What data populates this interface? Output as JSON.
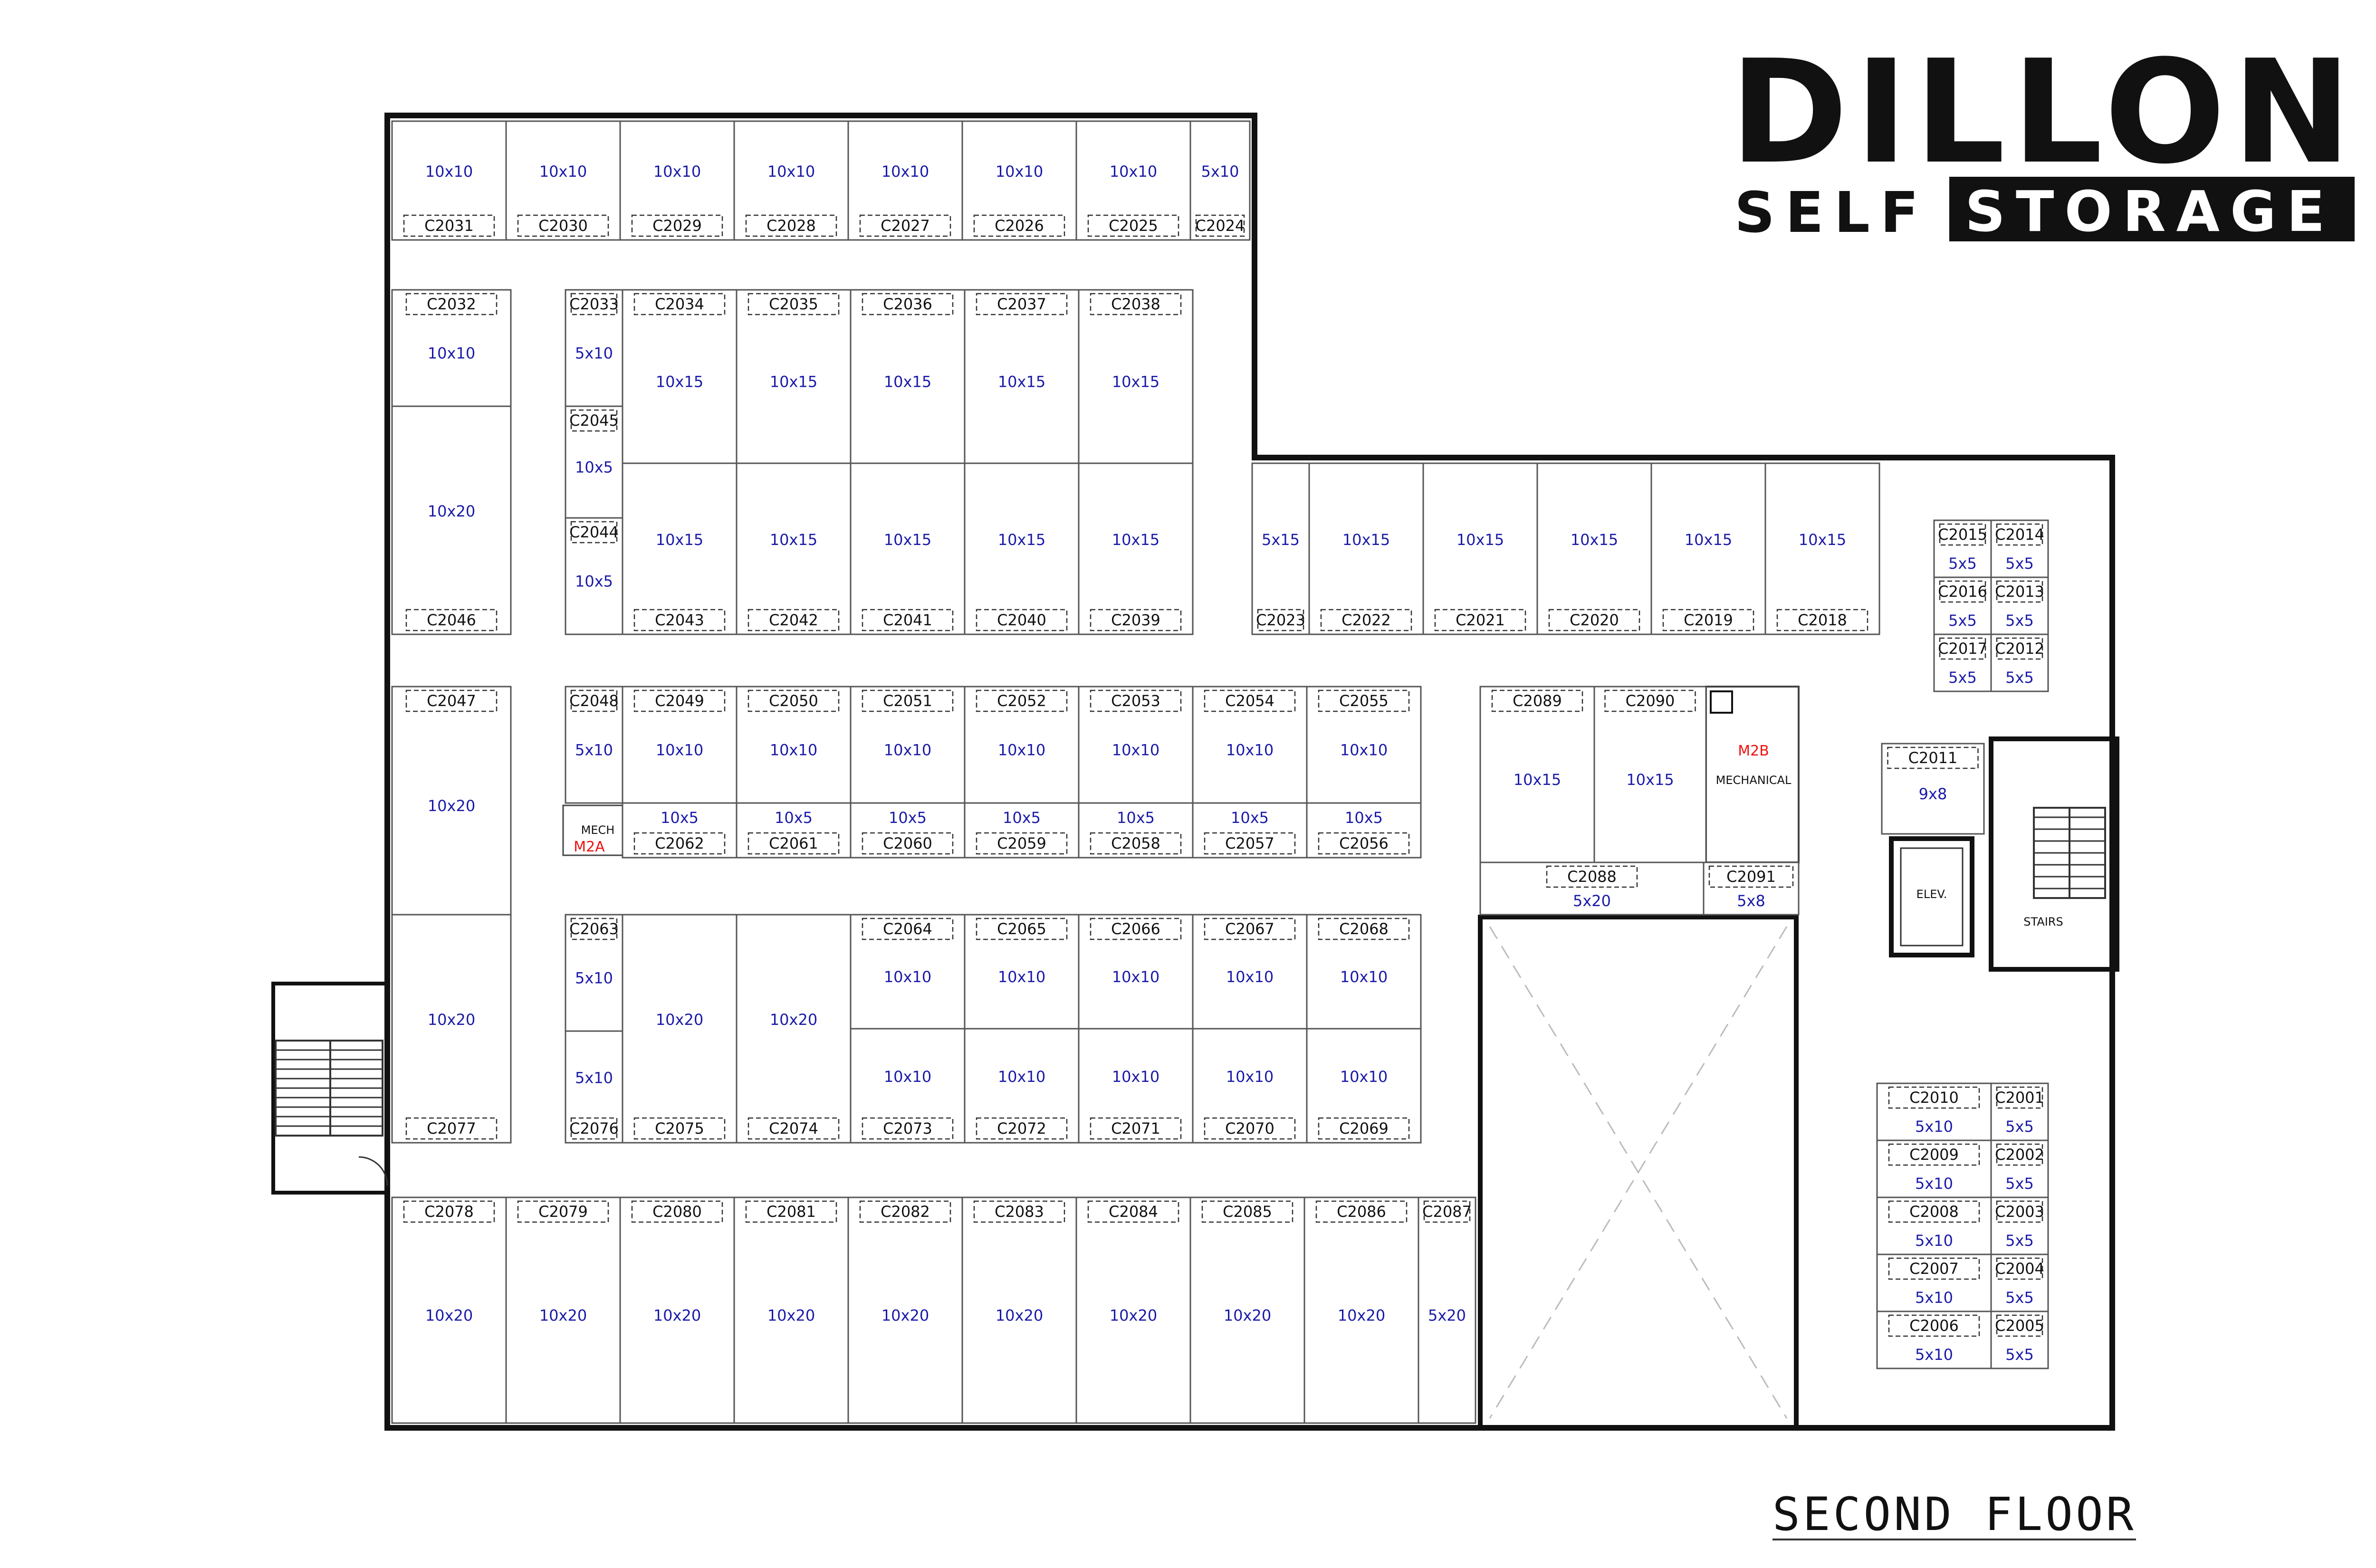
{
  "brand": {
    "name": "DILLON",
    "line1": "SELF",
    "line2": "STORAGE"
  },
  "floor_label": "SECOND FLOOR",
  "services": {
    "m2a": {
      "code": "M2A",
      "label": "MECH"
    },
    "m2b": {
      "code": "M2B",
      "label": "MECHANICAL"
    },
    "elevator": "ELEV.",
    "stairs": "STAIRS"
  },
  "units": [
    {
      "id": "C2001",
      "size": "5x5"
    },
    {
      "id": "C2002",
      "size": "5x5"
    },
    {
      "id": "C2003",
      "size": "5x5"
    },
    {
      "id": "C2004",
      "size": "5x5"
    },
    {
      "id": "C2005",
      "size": "5x5"
    },
    {
      "id": "C2006",
      "size": "5x10"
    },
    {
      "id": "C2007",
      "size": "5x10"
    },
    {
      "id": "C2008",
      "size": "5x10"
    },
    {
      "id": "C2009",
      "size": "5x10"
    },
    {
      "id": "C2010",
      "size": "5x10"
    },
    {
      "id": "C2011",
      "size": "9x8"
    },
    {
      "id": "C2012",
      "size": "5x5"
    },
    {
      "id": "C2013",
      "size": "5x5"
    },
    {
      "id": "C2014",
      "size": "5x5"
    },
    {
      "id": "C2015",
      "size": "5x5"
    },
    {
      "id": "C2016",
      "size": "5x5"
    },
    {
      "id": "C2017",
      "size": "5x5"
    },
    {
      "id": "C2018",
      "size": "10x15"
    },
    {
      "id": "C2019",
      "size": "10x15"
    },
    {
      "id": "C2020",
      "size": "10x15"
    },
    {
      "id": "C2021",
      "size": "10x15"
    },
    {
      "id": "C2022",
      "size": "10x15"
    },
    {
      "id": "C2023",
      "size": "5x15"
    },
    {
      "id": "C2024",
      "size": "5x10"
    },
    {
      "id": "C2025",
      "size": "10x10"
    },
    {
      "id": "C2026",
      "size": "10x10"
    },
    {
      "id": "C2027",
      "size": "10x10"
    },
    {
      "id": "C2028",
      "size": "10x10"
    },
    {
      "id": "C2029",
      "size": "10x10"
    },
    {
      "id": "C2030",
      "size": "10x10"
    },
    {
      "id": "C2031",
      "size": "10x10"
    },
    {
      "id": "C2032",
      "size": "10x10"
    },
    {
      "id": "C2033",
      "size": "5x10"
    },
    {
      "id": "C2034",
      "size": "10x15"
    },
    {
      "id": "C2035",
      "size": "10x15"
    },
    {
      "id": "C2036",
      "size": "10x15"
    },
    {
      "id": "C2037",
      "size": "10x15"
    },
    {
      "id": "C2038",
      "size": "10x15"
    },
    {
      "id": "C2039",
      "size": "10x15"
    },
    {
      "id": "C2040",
      "size": "10x15"
    },
    {
      "id": "C2041",
      "size": "10x15"
    },
    {
      "id": "C2042",
      "size": "10x15"
    },
    {
      "id": "C2043",
      "size": "10x15"
    },
    {
      "id": "C2044",
      "size": "10x5"
    },
    {
      "id": "C2045",
      "size": "10x5"
    },
    {
      "id": "C2046",
      "size": "10x20"
    },
    {
      "id": "C2047",
      "size": "10x20"
    },
    {
      "id": "C2048",
      "size": "5x10"
    },
    {
      "id": "C2049",
      "size": "10x10"
    },
    {
      "id": "C2050",
      "size": "10x10"
    },
    {
      "id": "C2051",
      "size": "10x10"
    },
    {
      "id": "C2052",
      "size": "10x10"
    },
    {
      "id": "C2053",
      "size": "10x10"
    },
    {
      "id": "C2054",
      "size": "10x10"
    },
    {
      "id": "C2055",
      "size": "10x10"
    },
    {
      "id": "C2056",
      "size": "10x5"
    },
    {
      "id": "C2057",
      "size": "10x5"
    },
    {
      "id": "C2058",
      "size": "10x5"
    },
    {
      "id": "C2059",
      "size": "10x5"
    },
    {
      "id": "C2060",
      "size": "10x5"
    },
    {
      "id": "C2061",
      "size": "10x5"
    },
    {
      "id": "C2062",
      "size": "10x5"
    },
    {
      "id": "C2063",
      "size": "5x10"
    },
    {
      "id": "C2064",
      "size": "10x10"
    },
    {
      "id": "C2065",
      "size": "10x10"
    },
    {
      "id": "C2066",
      "size": "10x10"
    },
    {
      "id": "C2067",
      "size": "10x10"
    },
    {
      "id": "C2068",
      "size": "10x10"
    },
    {
      "id": "C2069",
      "size": "10x10"
    },
    {
      "id": "C2070",
      "size": "10x10"
    },
    {
      "id": "C2071",
      "size": "10x10"
    },
    {
      "id": "C2072",
      "size": "10x10"
    },
    {
      "id": "C2073",
      "size": "10x10"
    },
    {
      "id": "C2074",
      "size": "10x20"
    },
    {
      "id": "C2075",
      "size": "10x20"
    },
    {
      "id": "C2076",
      "size": "5x10"
    },
    {
      "id": "C2077",
      "size": "10x20"
    },
    {
      "id": "C2078",
      "size": "10x20"
    },
    {
      "id": "C2079",
      "size": "10x20"
    },
    {
      "id": "C2080",
      "size": "10x20"
    },
    {
      "id": "C2081",
      "size": "10x20"
    },
    {
      "id": "C2082",
      "size": "10x20"
    },
    {
      "id": "C2083",
      "size": "10x20"
    },
    {
      "id": "C2084",
      "size": "10x20"
    },
    {
      "id": "C2085",
      "size": "10x20"
    },
    {
      "id": "C2086",
      "size": "10x20"
    },
    {
      "id": "C2087",
      "size": "5x20"
    },
    {
      "id": "C2088",
      "size": "5x20"
    },
    {
      "id": "C2089",
      "size": "10x15"
    },
    {
      "id": "C2090",
      "size": "10x15"
    },
    {
      "id": "C2091",
      "size": "5x8"
    }
  ]
}
